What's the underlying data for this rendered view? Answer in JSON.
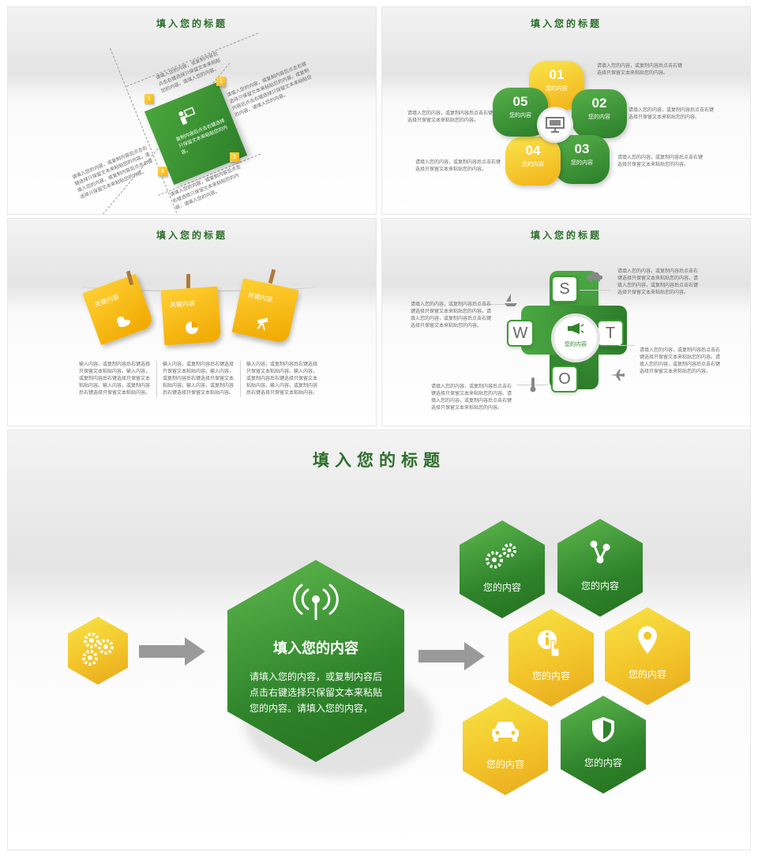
{
  "slide1": {
    "title": "填入您的标题",
    "center_text": "复制内容后点击右键选择只保留文本来粘贴您的内容。",
    "nums": [
      "1",
      "2",
      "3",
      "4"
    ],
    "text1": "请填入您的内容，或复制内容后点击右键选择只保留文本来粘贴您的内容。请填入您的内容。",
    "text2": "请填入您的内容，或复制内容后点击右键选择只保留文本来粘贴您的内容。或复制内容后点击右键选择只保留文本来粘贴您的内容，请填入您的内容。",
    "text3": "请填入您的内容，或复制内容后点击右键选择只保留文本来粘贴您的内容，请填入您的内容。",
    "text4": "请填入您的内容，或复制内容后点击右键选择只保留文本来粘贴您的内容。请填入您的内容，或复制内容后点击右键选择只保留文本来粘贴您的内容。"
  },
  "slide2": {
    "title": "填入您的标题",
    "petals": [
      {
        "num": "01",
        "label": "您的内容"
      },
      {
        "num": "02",
        "label": "您的内容"
      },
      {
        "num": "03",
        "label": "您的内容"
      },
      {
        "num": "04",
        "label": "您的内容"
      },
      {
        "num": "05",
        "label": "您的内容"
      }
    ],
    "text_top": "请填入您的内容，或复制内容后点击右键选择只保留文本来粘贴您的内容。",
    "text_right1": "请填入您的内容，或复制内容后点击右键选择只保留文本来粘贴您的内容。",
    "text_right2": "请填入您的内容，或复制内容后点击右键选择只保留文本来粘贴您的内容。",
    "text_left1": "请填入您的内容，或复制内容后点击右键选择只保留文本来粘贴您的内容。",
    "text_left2": "请填入您的内容，或复制内容后点击右键选择只保留文本来粘贴您的内容。"
  },
  "slide3": {
    "title": "填入您的标题",
    "notes": [
      "关键内容",
      "关键内容",
      "关键内容"
    ],
    "col1": "输入内容，或复制内容后右键选择只保留文本粘贴内容。输入内容，或复制内容后右键选择只保留文本粘贴内容。输入内容，或复制内容后右键选择只保留文本粘贴内容。",
    "col2": "输入内容，或复制内容后右键选择只保留文本粘贴内容。输入内容，或复制内容后右键选择只保留文本粘贴内容。输入内容，或复制内容后右键选择只保留文本粘贴内容。",
    "col3": "输入内容，或复制内容后右键选择只保留文本粘贴内容。输入内容，或复制内容后右键选择只保留文本粘贴内容。输入内容，或复制内容后右键选择只保留文本粘贴内容。"
  },
  "slide4": {
    "title": "填入您的标题",
    "letters": [
      "S",
      "W",
      "T",
      "O"
    ],
    "center_label": "您的内容",
    "text_tr": "请填入您的内容，或复制内容后点击右键选择只保留文本来粘贴您的内容。请填入您的内容，或复制内容后点击右键选择只保留文本来粘贴您的内容。",
    "text_l": "请填入您的内容，或复制内容后点击右键选择只保留文本来粘贴您的内容。请填入您的内容，或复制内容后点击右键选择只保留文本来粘贴您的内容。",
    "text_r": "请填入您的内容，或复制内容后点击右键选择只保留文本来粘贴您的内容。请填入您的内容，或复制内容后点击右键选择只保留文本来粘贴您的内容。",
    "text_bl": "请填入您的内容，或复制内容后点击右键选择只保留文本来粘贴您的内容。请填入您的内容，或复制内容后点击右键选择只保留文本来粘贴您的内容。"
  },
  "slide5": {
    "title": "填入您的标题",
    "big_heading": "填入您的内容",
    "big_body": "请填入您的内容，或复制内容后点击右键选择只保留文本来粘贴您的内容。请填入您的内容，",
    "hex_labels": [
      "您的内容",
      "您的内容",
      "您的内容",
      "您的内容",
      "您的内容",
      "您的内容"
    ]
  },
  "colors": {
    "green": "#2f842b",
    "green_light": "#5fb84e",
    "yellow": "#f3c52a",
    "yellow_light": "#f7e446",
    "title_green": "#2d6e2b",
    "arrow_gray": "#9a9a9a"
  },
  "icons": [
    "gears-icon",
    "antenna-icon",
    "share-icon",
    "info-touch-icon",
    "location-pin-icon",
    "car-icon",
    "shield-icon",
    "megaphone-icon",
    "monitor-icon",
    "weather-icon",
    "pie-chart-icon",
    "telescope-icon",
    "boat-icon",
    "airplane-icon",
    "thermometer-icon",
    "presenter-icon"
  ]
}
